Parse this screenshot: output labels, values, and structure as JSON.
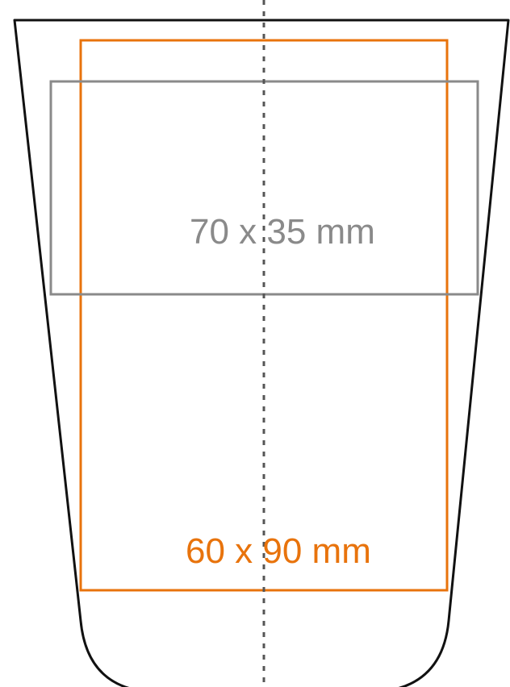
{
  "diagram": {
    "print_areas": [
      {
        "id": "landscape",
        "label": "70 x 35 mm",
        "color": "#8a8a8a"
      },
      {
        "id": "portrait",
        "label": "60 x 90 mm",
        "color": "#e8730c"
      }
    ],
    "cup_outline_color": "#111111",
    "center_line_color": "#555555"
  }
}
